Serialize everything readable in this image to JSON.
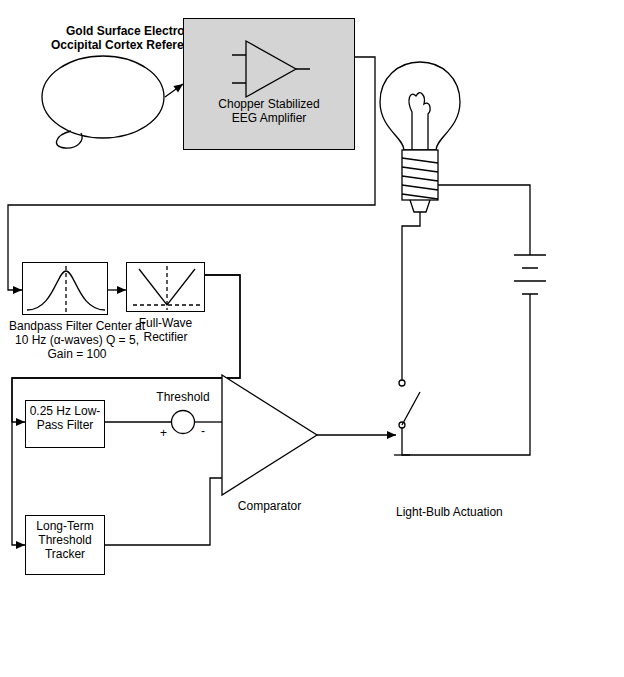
{
  "diagram": {
    "nodes": [
      {
        "text": [
          "Gold Surface Electrodes over Occipital Cortex Referenced to Ear"
        ]
      },
      {
        "text": [
          "Chopper Stabilized EEG Amplifier"
        ]
      },
      {
        "text": [
          "Bandpass Filter Center at 10 Hz (α-waves) Q = 5, Gain = 100"
        ]
      },
      {
        "text": [
          "Full-Wave Rectifier"
        ]
      },
      {
        "text": [
          "0.25 Hz Low-Pass Filter"
        ]
      },
      {
        "text": [
          "Long-Term Threshold Tracker"
        ]
      },
      {
        "text": [
          "Threshold"
        ]
      },
      {
        "text": [
          "Comparator"
        ]
      },
      {
        "text": [
          "Light-Bulb Actuation"
        ]
      }
    ],
    "edges": [
      {
        "from": 0,
        "to": 1,
        "arrow": "to"
      },
      {
        "from": 1,
        "to": 2,
        "arrow": "to"
      },
      {
        "from": 2,
        "to": 3,
        "arrow": "to"
      },
      {
        "from": 3,
        "to": 4,
        "arrow": "to"
      },
      {
        "from": 3,
        "to": 5,
        "arrow": "to"
      },
      {
        "from": 4,
        "to": 6,
        "arrow": "none"
      },
      {
        "from": 6,
        "to": 7,
        "arrow": "none"
      },
      {
        "from": 5,
        "to": 7,
        "arrow": "none"
      },
      {
        "from": 7,
        "to": 8,
        "arrow": "to"
      }
    ],
    "labels": [
      "+",
      "-"
    ]
  }
}
